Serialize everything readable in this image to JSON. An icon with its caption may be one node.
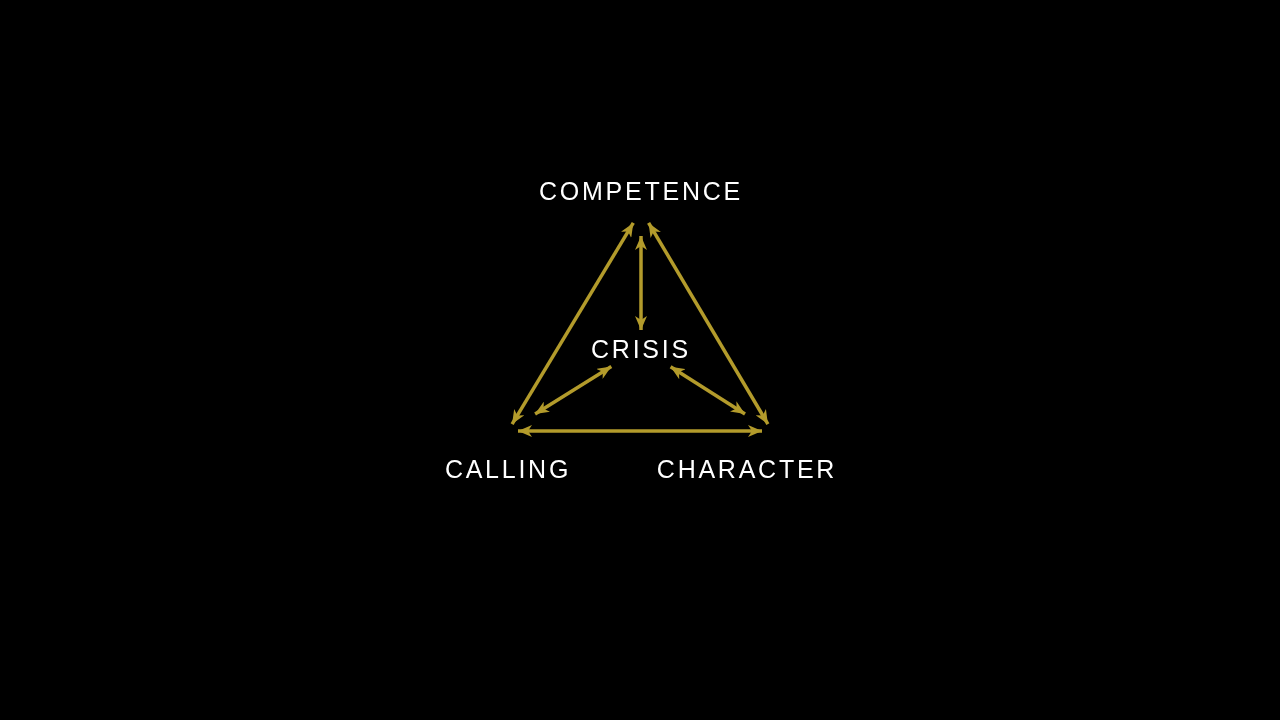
{
  "diagram": {
    "nodes": [
      {
        "text": [
          "COMPETENCE"
        ]
      },
      {
        "text": [
          "CRISIS"
        ]
      },
      {
        "text": [
          "CALLING"
        ]
      },
      {
        "text": [
          "CHARACTER"
        ]
      }
    ],
    "edges": [
      {
        "from": 0,
        "to": 2,
        "arrow": "both"
      },
      {
        "from": 0,
        "to": 3,
        "arrow": "both"
      },
      {
        "from": 0,
        "to": 1,
        "arrow": "both"
      },
      {
        "from": 1,
        "to": 2,
        "arrow": "both"
      },
      {
        "from": 1,
        "to": 3,
        "arrow": "both"
      },
      {
        "from": 2,
        "to": 3,
        "arrow": "both"
      }
    ]
  }
}
